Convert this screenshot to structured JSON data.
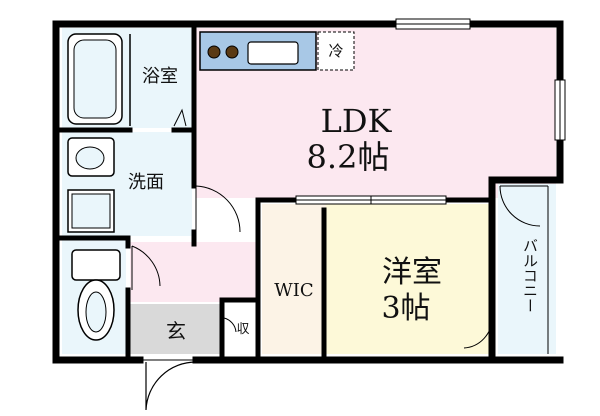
{
  "rooms": {
    "ldk": {
      "name": "LDK",
      "size": "8.2帖"
    },
    "western": {
      "name": "洋室",
      "size": "3帖"
    },
    "bath": {
      "name": "浴室"
    },
    "washroom": {
      "name": "洗面"
    },
    "wic": {
      "name": "WIC"
    },
    "entrance": {
      "name": "玄"
    },
    "storage": {
      "name": "収"
    },
    "balcony": {
      "name": "バルコニー"
    },
    "fridge": {
      "name": "冷"
    }
  },
  "colors": {
    "ldk_fill": "#fce8f0",
    "western_fill": "#fdf9d8",
    "wet_fill": "#eaf6fb",
    "entrance_fill": "#d9d9d9",
    "wic_fill": "#fcf3e6",
    "kitchen_fill": "#a8c8e6",
    "wall": "#000000"
  }
}
